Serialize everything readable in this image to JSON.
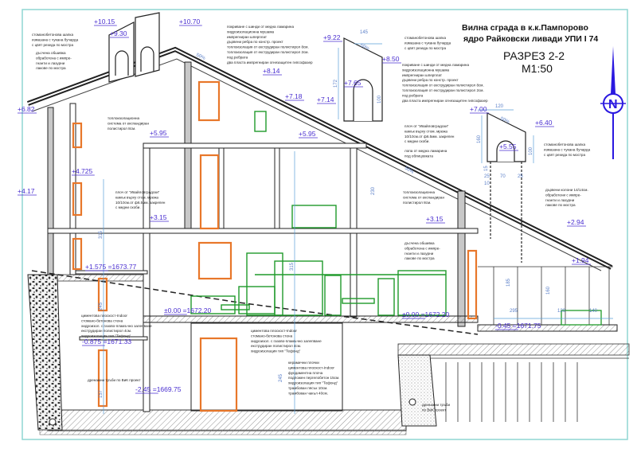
{
  "title": {
    "line1": "Вилна сграда в к.к.Пампорово",
    "line2": "ядро Райковски ливади УПИ I 74",
    "section": "РАЗРЕЗ 2-2",
    "scale": "М1:50",
    "north_letter": "N"
  },
  "colors": {
    "elevation": "#4a2fd0",
    "dimension": "#5a9fd8",
    "windows": "#e8772a",
    "furniture": "#1f9a2a",
    "frame": "#8fd6d2",
    "north_arrow": "#2a18e0"
  },
  "elevations": [
    "+10.15",
    "+9.30",
    "+10.70",
    "+9.22",
    "+8.50",
    "+8.14",
    "+7.65",
    "+7.18",
    "+7.14",
    "+6.82",
    "+5.95",
    "+5.95",
    "+4.725",
    "+4.17",
    "+3.15",
    "+3.15",
    "+1.575 =1673.77",
    "±0.00 =1672.20",
    "±0.00 =1672.20",
    "-0.875 =1671.33",
    "-2.45 =1669.75",
    "+7.00",
    "+6.40",
    "+5.55",
    "+2.94",
    "+1.94",
    "-0.45 =1671.75"
  ],
  "annotations": [
    {
      "id": "chimney-cap-left",
      "lines": [
        "стоманобетонова шапка",
        "измазана с чукана бучарда",
        "с цвят резеда по мостра"
      ]
    },
    {
      "id": "wood-cladding-left",
      "lines": [
        "дъсчена обшивка",
        "обработена с импре-",
        "гнанти и лазурни",
        "лакове по мостра"
      ]
    },
    {
      "id": "roof-layers-left",
      "lines": [
        "покриване с шинди от медна ламарина",
        "хидроизолационна мушама",
        "импрегниран шперплат",
        "дървени ребра по констр. проект",
        "топлоизолация от екструдиран полистирол 8см.",
        "топлоизолация от екструдиран полистирол 2см.",
        "под ребрата",
        "два пласта импрегниран огнезащитен гипсофазер"
      ]
    },
    {
      "id": "roof-layers-right",
      "lines": [
        "покриване с шинди от медна ламарина",
        "хидроизолационна мушама",
        "импрегниран шперплат",
        "дървени ребра по констр. проект",
        "топлоизолация от екструдиран полистирол 8см.",
        "топлоизолация от екструдиран полистирол 2см.",
        "под ребрата",
        "два пласта импрегниран огнезащитен гипсофазер"
      ]
    },
    {
      "id": "chimney-cap-center",
      "lines": [
        "стоманобетонова шапка",
        "измазана с чукана бучарда",
        "с цвят резеда по мостра"
      ]
    },
    {
      "id": "insulation-left",
      "lines": [
        "топлоизолационна",
        "система от експандиран",
        "полистирол 8см."
      ]
    },
    {
      "id": "stone-cladding-left",
      "lines": [
        "плоч от \"Ивайловградски\"",
        "камък върху стом. мрежа",
        "10/10см.от ф6.5мм. закрепен",
        "с медни скоби."
      ]
    },
    {
      "id": "stone-cladding-right",
      "lines": [
        "плоч от \"Ивайловградски\"",
        "камък върху стом. мрежа",
        "10/10см.от ф6.5мм. закрепен",
        "с медни скоби."
      ]
    },
    {
      "id": "copper-flashing",
      "lines": [
        "лопа от медна ламарина",
        "под облицовката"
      ]
    },
    {
      "id": "insulation-right",
      "lines": [
        "топлоизолационна",
        "система от експандиран",
        "полистирол 8см."
      ]
    },
    {
      "id": "wood-cladding-right",
      "lines": [
        "дъсчена обшивка",
        "обработена с импре-",
        "гнанти и лазурни",
        "лакове по мостра"
      ]
    },
    {
      "id": "wood-columns",
      "lines": [
        "дървени колони 14/14см.",
        "обработени с импре-",
        "гнанти и лазурни",
        "лакове по мостра"
      ]
    },
    {
      "id": "chimney-cap-right",
      "lines": [
        "стоманобетонова шапка",
        "измазана с чукана бучарда",
        "с цвят резеда по мостра"
      ]
    },
    {
      "id": "basement-wall-left",
      "lines": [
        "циментова плоскост-Indoor",
        "стомано-бетонова стена",
        "хидроизол. с газово-пламъчно залепване",
        "екструдиран полистирол 4см.",
        "хидроизолация тип \"Тефонд\""
      ]
    },
    {
      "id": "basement-wall-center",
      "lines": [
        "циментова плоскост-Indoor",
        "стомано-бетонова стена",
        "хидроизол. с газово-пламъчно залепване",
        "екструдиран полистирол 4см.",
        "хидроизолация тип \"Тефонд\""
      ]
    },
    {
      "id": "floor-layers",
      "lines": [
        "керамични плочки",
        "циментова плоскост-Indoor",
        "фундаментна плоча",
        "подложен пергелобетон 15см.",
        "хидроизолация тип \"Тефонд\"",
        "трамбован пясък 10см.",
        "трамбован чакъл 40см."
      ]
    },
    {
      "id": "drainage-left",
      "lines": [
        "дренажни тръби по ВиК проект"
      ]
    },
    {
      "id": "drainage-right",
      "lines": [
        "дренажни тръби",
        "по ВиК проект"
      ]
    }
  ],
  "dimensions": [
    "145",
    "50%",
    "172",
    "100",
    "50%",
    "120",
    "160",
    "50%",
    "100",
    "25",
    "70",
    "25",
    "15",
    "10",
    "315",
    "245",
    "245",
    "157",
    "315",
    "230",
    "50%",
    "295",
    "120",
    "140",
    "160",
    "185"
  ]
}
